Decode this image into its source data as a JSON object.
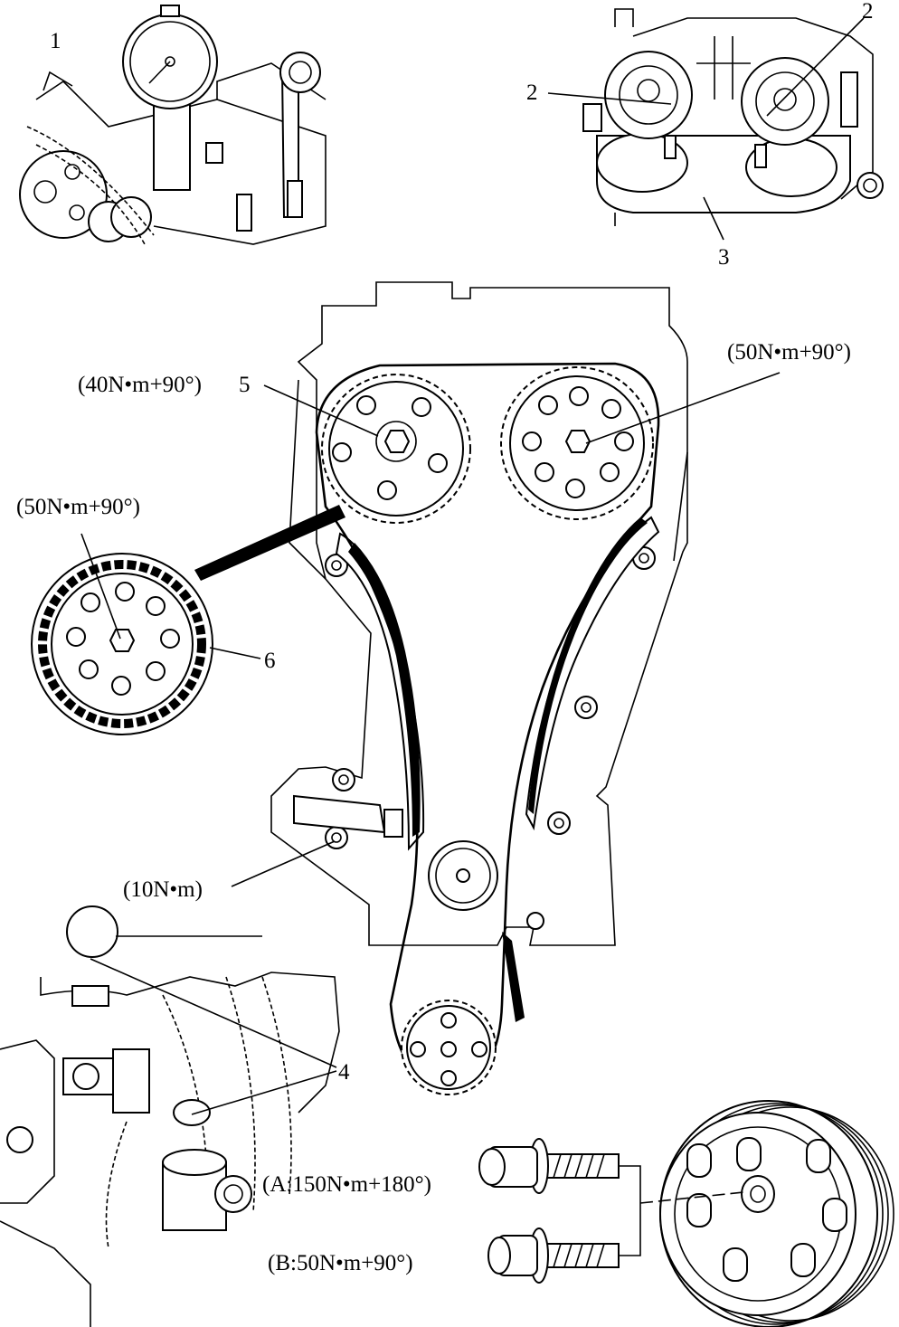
{
  "callouts": {
    "c1": "1",
    "c2a": "2",
    "c2b": "2",
    "c3": "3",
    "c4": "4",
    "c5": "5",
    "c6": "6"
  },
  "torques": {
    "camshaft_intake": "(40N•m+90°)",
    "camshaft_exhaust": "(50N•m+90°)",
    "detail_sprocket": "(50N•m+90°)",
    "tensioner": "(10N•m)",
    "bolt_a": "(A:150N•m+180°)",
    "bolt_b": "(B:50N•m+90°)"
  },
  "colors": {
    "line": "#000000",
    "background": "#ffffff"
  }
}
